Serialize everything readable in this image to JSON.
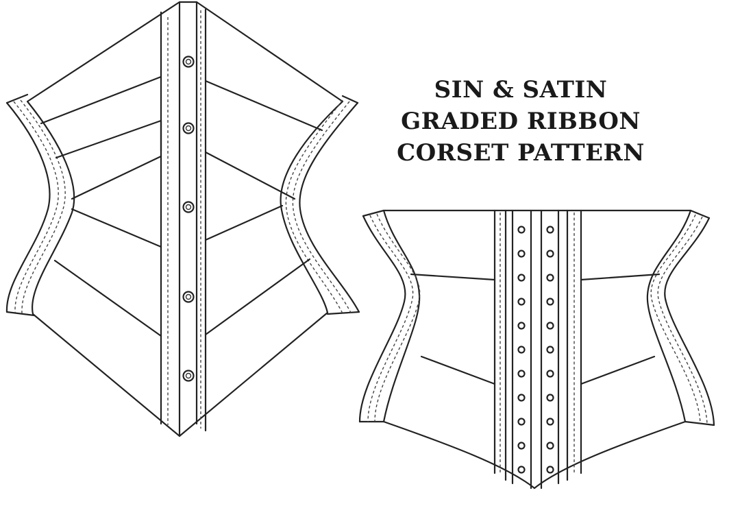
{
  "title": {
    "line1": "SIN & SATIN",
    "line2": "GRADED RIBBON",
    "line3": "CORSET PATTERN"
  },
  "colors": {
    "line": "#222222",
    "background": "#ffffff"
  }
}
